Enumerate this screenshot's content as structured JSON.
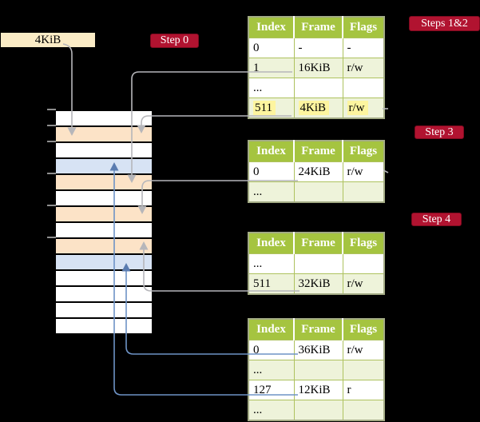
{
  "frame_label": {
    "text": "4KiB"
  },
  "badges": {
    "step0": "Step 0",
    "steps12": "Steps 1&2",
    "step3": "Step 3",
    "step4": "Step 4"
  },
  "tables": {
    "columns": [
      "Index",
      "Frame",
      "Flags"
    ],
    "t1": {
      "rows": [
        [
          "0",
          "-",
          "-"
        ],
        [
          "1",
          "16KiB",
          "r/w"
        ],
        [
          "...",
          "",
          ""
        ],
        [
          "511",
          "4KiB",
          "r/w"
        ]
      ],
      "highlight_row": 3
    },
    "t2": {
      "rows": [
        [
          "0",
          "24KiB",
          "r/w"
        ],
        [
          "...",
          "",
          ""
        ]
      ]
    },
    "t3": {
      "rows": [
        [
          "...",
          "",
          ""
        ],
        [
          "511",
          "32KiB",
          "r/w"
        ]
      ]
    },
    "t4": {
      "rows": [
        [
          "0",
          "36KiB",
          "r/w"
        ],
        [
          "...",
          "",
          ""
        ],
        [
          "127",
          "12KiB",
          "r"
        ],
        [
          "...",
          "",
          ""
        ]
      ]
    }
  },
  "memory": {
    "rows": [
      "white",
      "orange",
      "white",
      "blue",
      "orange",
      "white",
      "orange",
      "white",
      "orange",
      "blue",
      "white",
      "white",
      "white",
      "white"
    ]
  },
  "arrows": [
    {
      "from": "4KiB-size-label",
      "to": "memory-frame-row-1",
      "color": "gray"
    },
    {
      "from": "t1-entry-1-16KiB",
      "to": "memory-frame-row-4",
      "color": "gray"
    },
    {
      "from": "t1-entry-511-4KiB",
      "to": "memory-frame-row-1",
      "color": "gray"
    },
    {
      "from": "t2-entry-0-24KiB",
      "to": "memory-frame-row-6",
      "color": "gray"
    },
    {
      "from": "t3-entry-511-32KiB",
      "to": "memory-frame-row-8",
      "color": "gray"
    },
    {
      "from": "t4-entry-0-36KiB",
      "to": "memory-frame-row-9",
      "color": "blue"
    },
    {
      "from": "t4-entry-127-12KiB",
      "to": "memory-frame-row-3",
      "color": "blue"
    }
  ],
  "colors": {
    "background": "#000000",
    "table_header_green": "#a5c440",
    "table_alt_row_green": "#eef3da",
    "highlight_yellow": "#fdf59f",
    "frame_label_cream": "#fbecc6",
    "badge_red": "#b11330",
    "memory_orange": "#fce3c7",
    "memory_blue": "#d7e3f4",
    "arrow_gray": "#b6b6ba",
    "arrow_blue": "#6e93c6"
  }
}
